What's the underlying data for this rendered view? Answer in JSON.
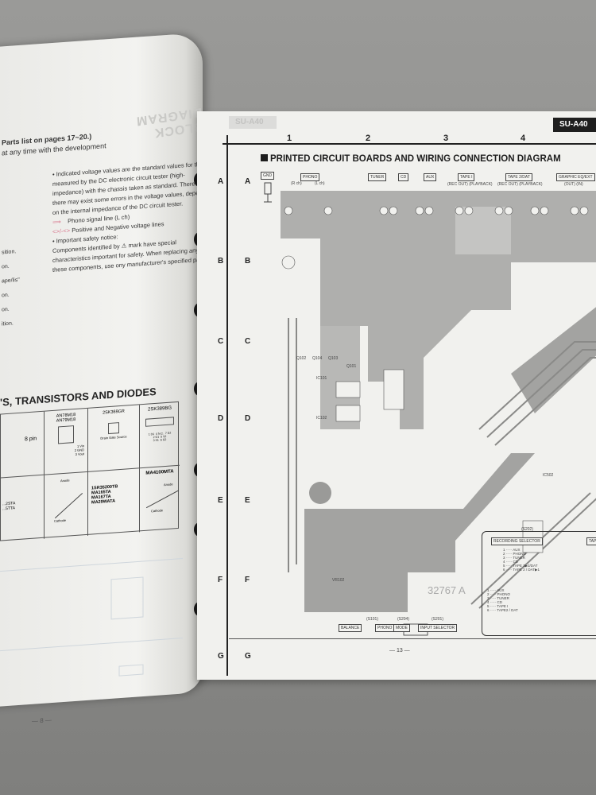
{
  "left_page": {
    "watermark_heading": "BLOCK DIAGRAM",
    "parts_note": "Parts list on pages 17~20.)",
    "dev_note": "at any time with the development",
    "margin_fragments": [
      "sition.",
      "on.",
      "ape/lis\"",
      "on.",
      "on.",
      "ition."
    ],
    "notes": [
      "• Indicated voltage values are the standard values for the unit",
      "measured by the DC electronic circuit tester (high-",
      "impedance) with the chassis taken as standard. Therefore,",
      "there may exist some errors in the voltage values, depending",
      "on the internal impedance of the DC circuit tester."
    ],
    "phono_line": "Phono signal line (L ch)",
    "pos_neg_line": "Positive and Negative voltage lines",
    "safety_title": "• Important safety notice:",
    "safety_text": [
      "Components identified by ⚠ mark have special",
      "characteristics important for safety. When replacing any of",
      "these components, use ony manufacturer's specified parts."
    ],
    "section_title": "'S, TRANSISTORS AND DIODES",
    "components": {
      "pin_label": "8 pin",
      "reg": "AN78M18\nAN79M18",
      "reg_pins": "1 Vin\n2 GND\n3 Vout",
      "fet": "2SK369GR",
      "fet_pins": [
        "Drain",
        "Gate",
        "Source"
      ],
      "dual_fet": "2SK389BG",
      "dual_fet_pins": "1 D1  4 N.C.  7 D2\n2 G1  5 S2\n3 S1  6 G2",
      "diode_left": "...2STA\n...5TTA",
      "diodes": "1SR35200TB\nMA165TA\nMA167TA\nMA29WATA",
      "diode2": "MA4100MTA",
      "anode": "Anode",
      "cathode": "Cathode"
    },
    "page_number": "— 8 —"
  },
  "right_page": {
    "ghost_model": "SU-A40",
    "model_badge": "SU-A40",
    "title": "PRINTED CIRCUIT BOARDS AND WIRING CONNECTION DIAGRAM",
    "columns": [
      "1",
      "2",
      "3",
      "4"
    ],
    "rows": [
      "A",
      "B",
      "C",
      "D",
      "E",
      "F",
      "G"
    ],
    "jacks": {
      "gnd": "GND",
      "phono": "PHONO",
      "phono_r": "(R ch)",
      "phono_l": "(L ch)",
      "tuner": "TUNER",
      "cd": "CD",
      "aux": "AUX",
      "tape1": "TAPE I",
      "tape1_sub": "(REC OUT) (PLAYBACK)",
      "tape2": "TAPE 2/DAT",
      "tape2_sub": "(REC OUT) (PLAYBACK)",
      "geq": "GRAPHIC EQ/EXT",
      "geq_sub": "(OUT)      (IN)"
    },
    "ic_labels": [
      "Q102",
      "Q104",
      "Q103",
      "Q101",
      "IC101",
      "IC102",
      "IC502",
      "VR102"
    ],
    "recording_selector": {
      "ref": "(S202)",
      "label": "RECORDING SELECTOR",
      "items": [
        "1 ····· AUX",
        "2 ····· PHONO",
        "3 ····· TUNER",
        "4 ····· CD",
        "5 ····· TAPE 1▶2/DAT",
        "6 ····· TAPE 2 / DAT▶1"
      ]
    },
    "input_selector": {
      "label": "INPUT SELECTOR",
      "ref": "(S201)",
      "items": [
        "1 ····· AUX",
        "2 ····· PHONO",
        "3 ····· TUNER",
        "4 ····· CD",
        "5 ····· TAPE I",
        "6 ····· TAPE2 / DAT"
      ]
    },
    "balance": "BALANCE",
    "phono_sw": "PHONO",
    "mode_sw": "MODE",
    "ref_s101": "(S101)",
    "ref_s204": "(S204)",
    "board_number": "32767 A",
    "tape_partial": "TAPE",
    "page_number": "— 13 —"
  },
  "colors": {
    "paper": "#f1f1ee",
    "pcb_trace": "#9a9a98",
    "table": "#8d8d8b",
    "pink_marker": "#d9738a"
  }
}
